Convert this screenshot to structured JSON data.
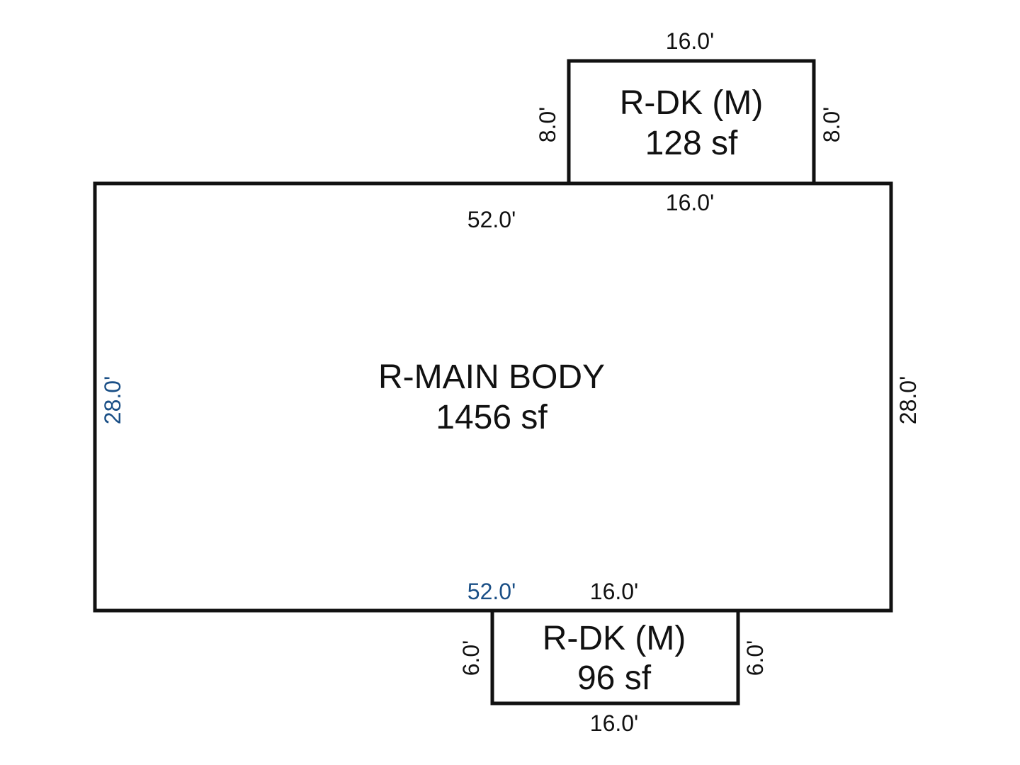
{
  "colors": {
    "outline": "#111111",
    "text": "#111111",
    "highlight_dimension": "#1a4f86"
  },
  "main_body": {
    "label": "R-MAIN BODY",
    "area": "1456 sf",
    "dim_top": "52.0'",
    "dim_bottom": "52.0'",
    "dim_left": "28.0'",
    "dim_right": "28.0'"
  },
  "deck_top": {
    "label": "R-DK (M)",
    "area": "128 sf",
    "dim_top": "16.0'",
    "dim_bottom": "16.0'",
    "dim_left": "8.0'",
    "dim_right": "8.0'"
  },
  "deck_bottom": {
    "label": "R-DK (M)",
    "area": "96 sf",
    "dim_top": "16.0'",
    "dim_bottom": "16.0'",
    "dim_left": "6.0'",
    "dim_right": "6.0'"
  }
}
